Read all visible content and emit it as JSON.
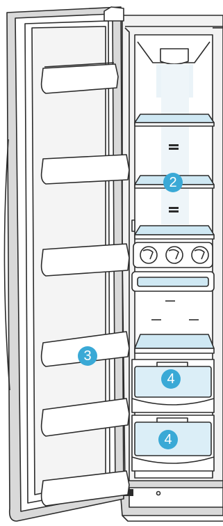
{
  "callouts": [
    {
      "label": "2",
      "target": "fridge-glass-shelf"
    },
    {
      "label": "3",
      "target": "door-bin"
    },
    {
      "label": "4",
      "target": "crisper-drawer-upper"
    },
    {
      "label": "4",
      "target": "crisper-drawer-lower"
    }
  ],
  "colors": {
    "accent": "#3aa9d6",
    "outline": "#2b2b2b",
    "cabinet_grey": "#d9d9d9",
    "shelf_glass": "#cfe8f3"
  }
}
